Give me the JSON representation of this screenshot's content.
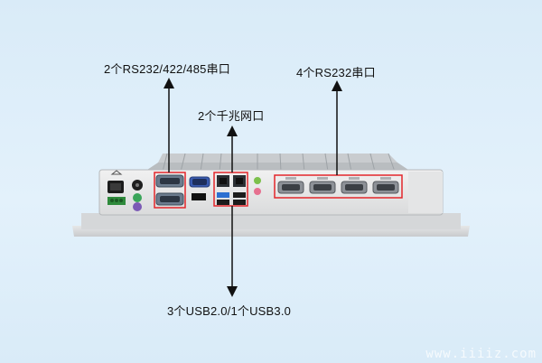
{
  "annotations": {
    "serial_mixed": "2个RS232/422/485串口",
    "serial_rs232": "4个RS232串口",
    "lan": "2个千兆网口",
    "usb": "3个USB2.0/1个USB3.0"
  },
  "watermark": "www.iiiiz.com",
  "colors": {
    "background": "#dcedf9",
    "highlight": "#e3262b",
    "arrow": "#111111",
    "chassis_top": "#cfd3d6",
    "chassis_panel": "#e9eaeb"
  }
}
